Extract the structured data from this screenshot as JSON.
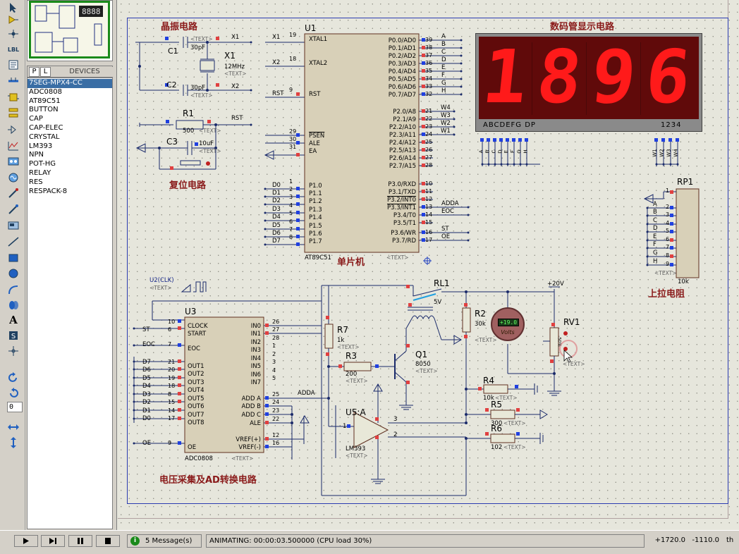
{
  "left_toolbar": {
    "zoom_value": "0"
  },
  "device_panel": {
    "tab_p": "P",
    "tab_l": "L",
    "title": "DEVICES",
    "items": [
      "7SEG-MPX4-CC",
      "ADC0808",
      "AT89C51",
      "BUTTON",
      "CAP",
      "CAP-ELEC",
      "CRYSTAL",
      "LM393",
      "NPN",
      "POT-HG",
      "RELAY",
      "RES",
      "RESPACK-8"
    ],
    "selected_index": 0
  },
  "schematic": {
    "section_labels": {
      "crystal": "晶振电路",
      "reset": "复位电路",
      "mcu": "单片机",
      "display": "数码管显示电路",
      "pullup": "上拉电阻",
      "adc": "电压采集及AD转换电路"
    },
    "text_placeholder": "<TEXT>",
    "components": {
      "c1": {
        "ref": "C1",
        "value": "30pF"
      },
      "c2": {
        "ref": "C2",
        "value": "30pF"
      },
      "x1": {
        "ref": "X1",
        "value": "12MHz"
      },
      "r1": {
        "ref": "R1",
        "value": "500"
      },
      "c3": {
        "ref": "C3",
        "value": "10uF"
      },
      "u1": {
        "ref": "U1",
        "part": "AT89C51"
      },
      "u3": {
        "ref": "U3",
        "part": "ADC0808"
      },
      "clk": {
        "ref": "U2(CLK)"
      },
      "r7": {
        "ref": "R7",
        "value": "1k"
      },
      "r3": {
        "ref": "R3",
        "value": "200"
      },
      "q1": {
        "ref": "Q1",
        "value": "8050"
      },
      "rl1": {
        "ref": "RL1",
        "value": "5V"
      },
      "r2": {
        "ref": "R2",
        "value": "30k"
      },
      "rv1": {
        "ref": "RV1",
        "value": "50%"
      },
      "r4": {
        "ref": "R4",
        "value": "10k"
      },
      "r5": {
        "ref": "R5",
        "value": "300"
      },
      "r6": {
        "ref": "R6",
        "value": "102"
      },
      "u5": {
        "ref": "U5:A",
        "part": "LM393"
      },
      "rp1": {
        "ref": "RP1",
        "value": "10k"
      },
      "supply": "+20V",
      "voltmeter": {
        "reading": "+19.0",
        "unit": "Volts"
      }
    },
    "net_labels": {
      "x1": "X1",
      "x2": "X2",
      "rst": "RST",
      "adda": "ADDA",
      "eoc": "EOC",
      "st": "ST",
      "oe": "OE",
      "w4": "W4",
      "w3": "W3",
      "w2": "W2",
      "w1": "W1"
    },
    "u1_left_pins": [
      {
        "num": "19",
        "name": "XTAL1"
      },
      {
        "num": "18",
        "name": "XTAL2"
      },
      {
        "num": "9",
        "name": "RST"
      },
      {
        "num": "29",
        "name": "PSEN"
      },
      {
        "num": "30",
        "name": "ALE"
      },
      {
        "num": "31",
        "name": "EA"
      },
      {
        "num": "1",
        "name": "P1.0"
      },
      {
        "num": "2",
        "name": "P1.1"
      },
      {
        "num": "3",
        "name": "P1.2"
      },
      {
        "num": "4",
        "name": "P1.3"
      },
      {
        "num": "5",
        "name": "P1.4"
      },
      {
        "num": "6",
        "name": "P1.5"
      },
      {
        "num": "7",
        "name": "P1.6"
      },
      {
        "num": "8",
        "name": "P1.7"
      }
    ],
    "u1_p1_nets": [
      "D0",
      "D1",
      "D2",
      "D3",
      "D4",
      "D5",
      "D6",
      "D7"
    ],
    "u1_right_pins": [
      {
        "num": "39",
        "name": "P0.0/AD0",
        "net": "A"
      },
      {
        "num": "38",
        "name": "P0.1/AD1",
        "net": "B"
      },
      {
        "num": "37",
        "name": "P0.2/AD2",
        "net": "C"
      },
      {
        "num": "36",
        "name": "P0.3/AD3",
        "net": "D"
      },
      {
        "num": "35",
        "name": "P0.4/AD4",
        "net": "E"
      },
      {
        "num": "34",
        "name": "P0.5/AD5",
        "net": "F"
      },
      {
        "num": "33",
        "name": "P0.6/AD6",
        "net": "G"
      },
      {
        "num": "32",
        "name": "P0.7/AD7",
        "net": "H"
      },
      {
        "num": "21",
        "name": "P2.0/A8",
        "net": "W4"
      },
      {
        "num": "22",
        "name": "P2.1/A9",
        "net": "W3"
      },
      {
        "num": "23",
        "name": "P2.2/A10",
        "net": "W2"
      },
      {
        "num": "24",
        "name": "P2.3/A11",
        "net": "W1"
      },
      {
        "num": "25",
        "name": "P2.4/A12",
        "net": ""
      },
      {
        "num": "26",
        "name": "P2.5/A13",
        "net": ""
      },
      {
        "num": "27",
        "name": "P2.6/A14",
        "net": ""
      },
      {
        "num": "28",
        "name": "P2.7/A15",
        "net": ""
      },
      {
        "num": "10",
        "name": "P3.0/RXD",
        "net": ""
      },
      {
        "num": "11",
        "name": "P3.1/TXD",
        "net": ""
      },
      {
        "num": "12",
        "name": "P3.2/INT0",
        "net": ""
      },
      {
        "num": "13",
        "name": "P3.3/INT1",
        "net": "ADDA"
      },
      {
        "num": "14",
        "name": "P3.4/T0",
        "net": "EOC"
      },
      {
        "num": "15",
        "name": "P3.5/T1",
        "net": ""
      },
      {
        "num": "16",
        "name": "P3.6/WR",
        "net": "ST"
      },
      {
        "num": "17",
        "name": "P3.7/RD",
        "net": "OE"
      }
    ],
    "u3_left_pins": [
      {
        "num": "10",
        "name": "CLOCK",
        "net": ""
      },
      {
        "num": "6",
        "name": "START",
        "net": "ST"
      },
      {
        "num": "7",
        "name": "EOC",
        "net": "EOC"
      },
      {
        "num": "21",
        "name": "OUT1",
        "net": "D7"
      },
      {
        "num": "20",
        "name": "OUT2",
        "net": "D6"
      },
      {
        "num": "19",
        "name": "OUT3",
        "net": "D5"
      },
      {
        "num": "18",
        "name": "OUT4",
        "net": "D4"
      },
      {
        "num": "8",
        "name": "OUT5",
        "net": "D3"
      },
      {
        "num": "15",
        "name": "OUT6",
        "net": "D2"
      },
      {
        "num": "14",
        "name": "OUT7",
        "net": "D1"
      },
      {
        "num": "17",
        "name": "OUT8",
        "net": "D0"
      },
      {
        "num": "9",
        "name": "OE",
        "net": "OE"
      }
    ],
    "u3_right_pins": [
      {
        "num": "26",
        "name": "IN0"
      },
      {
        "num": "27",
        "name": "IN1"
      },
      {
        "num": "28",
        "name": "IN2"
      },
      {
        "num": "1",
        "name": "IN3"
      },
      {
        "num": "2",
        "name": "IN4"
      },
      {
        "num": "3",
        "name": "IN5"
      },
      {
        "num": "4",
        "name": "IN6"
      },
      {
        "num": "5",
        "name": "IN7"
      },
      {
        "num": "25",
        "name": "ADD A"
      },
      {
        "num": "24",
        "name": "ADD B"
      },
      {
        "num": "23",
        "name": "ADD C"
      },
      {
        "num": "22",
        "name": "ALE"
      },
      {
        "num": "12",
        "name": "VREF(+)"
      },
      {
        "num": "16",
        "name": "VREF(-)"
      }
    ],
    "display": {
      "digits": [
        "1",
        "8",
        "9",
        "6"
      ],
      "footer_left": "ABCDEFG  DP",
      "footer_right": "1234",
      "segment_pins": [
        "A",
        "B",
        "C",
        "D",
        "E",
        "F",
        "G",
        "H"
      ],
      "digit_pins": [
        "W1",
        "W2",
        "W3",
        "W4"
      ]
    },
    "rp1_pins": [
      {
        "num": "1",
        "net": ""
      },
      {
        "num": "2",
        "net": "A"
      },
      {
        "num": "3",
        "net": "B"
      },
      {
        "num": "4",
        "net": "C"
      },
      {
        "num": "5",
        "net": "D"
      },
      {
        "num": "6",
        "net": "E"
      },
      {
        "num": "7",
        "net": "F"
      },
      {
        "num": "8",
        "net": "G"
      },
      {
        "num": "9",
        "net": "H"
      }
    ]
  },
  "status_bar": {
    "messages": "5 Message(s)",
    "animation": "ANIMATING: 00:00:03.500000 (CPU load 30%)",
    "coord_x": "+1720.0",
    "coord_y": "-1110.0",
    "coord_unit": "th"
  },
  "colors": {
    "sheet_border": "#2b3bb0",
    "section_label": "#8a1a1a",
    "display_bg": "#600a0a",
    "segment_on": "#ff1a1a",
    "device_selected": "#3a6ea5"
  }
}
